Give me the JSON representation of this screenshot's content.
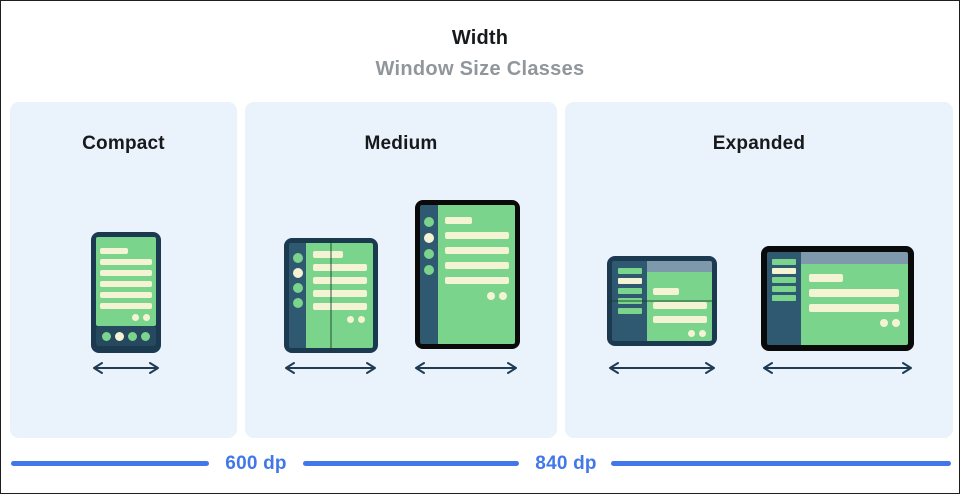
{
  "header": {
    "title": "Width",
    "subtitle": "Window Size Classes"
  },
  "panels": [
    {
      "label": "Compact",
      "devices": [
        {
          "type": "phone-portrait"
        }
      ]
    },
    {
      "label": "Medium",
      "devices": [
        {
          "type": "foldable-open-portrait"
        },
        {
          "type": "tablet-portrait"
        }
      ]
    },
    {
      "label": "Expanded",
      "devices": [
        {
          "type": "foldable-open-landscape"
        },
        {
          "type": "tablet-landscape"
        }
      ]
    }
  ],
  "scale": {
    "breakpoints": [
      {
        "label": "600 dp"
      },
      {
        "label": "840 dp"
      }
    ]
  },
  "colors": {
    "accent_blue": "#4177e9",
    "panel_background": "#eaf2fc",
    "device_frame_navy": "#1b3a50",
    "device_rail_navy": "#2f5871",
    "screen_green": "#7ad48c",
    "placeholder_cream": "#f4f4d5",
    "top_bar_blue_gray": "#7f99ac",
    "subtitle_gray": "#90969c"
  }
}
